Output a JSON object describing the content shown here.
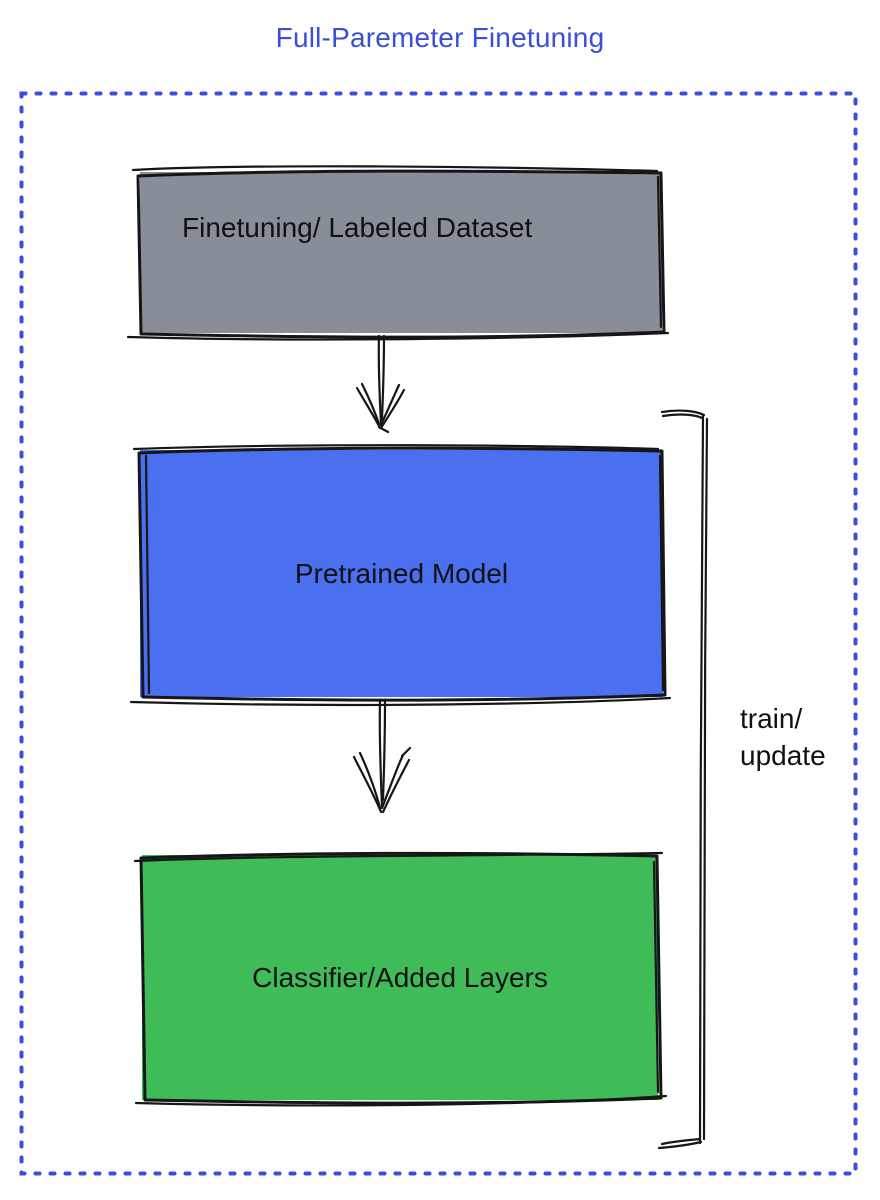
{
  "title": "Full-Paremeter Finetuning",
  "boxes": [
    {
      "id": "finetuning-dataset",
      "label": "Finetuning/ Labeled Dataset",
      "fill": "#878e97"
    },
    {
      "id": "pretrained-model",
      "label": "Pretrained Model",
      "fill": "#4a70f0"
    },
    {
      "id": "classifier-added",
      "label": "Classifier/Added Layers",
      "fill": "#3fbc58"
    }
  ],
  "bracket": {
    "label_line1": "train/",
    "label_line2": "update"
  },
  "colors": {
    "title_text": "#3b4ed9",
    "dotted_border": "#3b4ed9",
    "sketch_stroke": "#161616",
    "box_text": "#111111",
    "background": "#ffffff"
  },
  "icons": {
    "arrow_down_1": "hand-drawn arrow from dataset box to pretrained model box",
    "arrow_down_2": "hand-drawn arrow from pretrained model box to classifier box",
    "bracket_right": "hand-drawn square bracket spanning pretrained model and classifier boxes"
  }
}
